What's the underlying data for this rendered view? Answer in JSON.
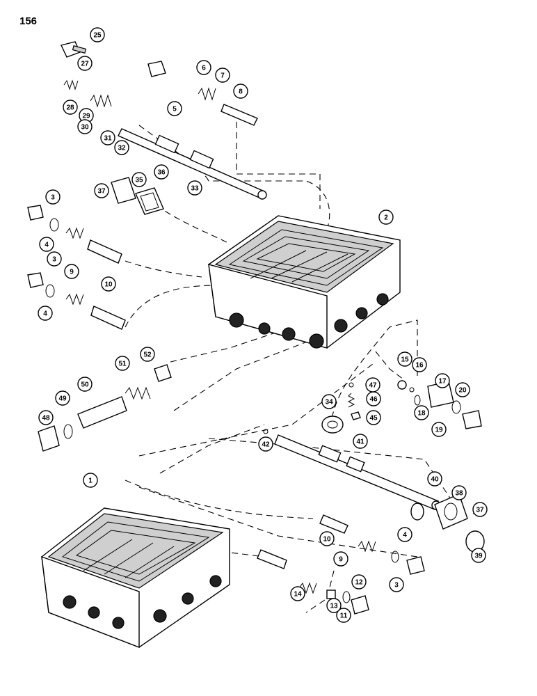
{
  "page": {
    "number": "156"
  },
  "callouts": [
    "1",
    "2",
    "3",
    "4",
    "5",
    "6",
    "7",
    "8",
    "9",
    "10",
    "11",
    "12",
    "13",
    "14",
    "15",
    "16",
    "17",
    "18",
    "19",
    "20",
    "25",
    "27",
    "28",
    "29",
    "30",
    "31",
    "32",
    "33",
    "34",
    "35",
    "36",
    "37",
    "38",
    "39",
    "40",
    "41",
    "42",
    "45",
    "46",
    "47",
    "48",
    "49",
    "50",
    "51",
    "52"
  ]
}
